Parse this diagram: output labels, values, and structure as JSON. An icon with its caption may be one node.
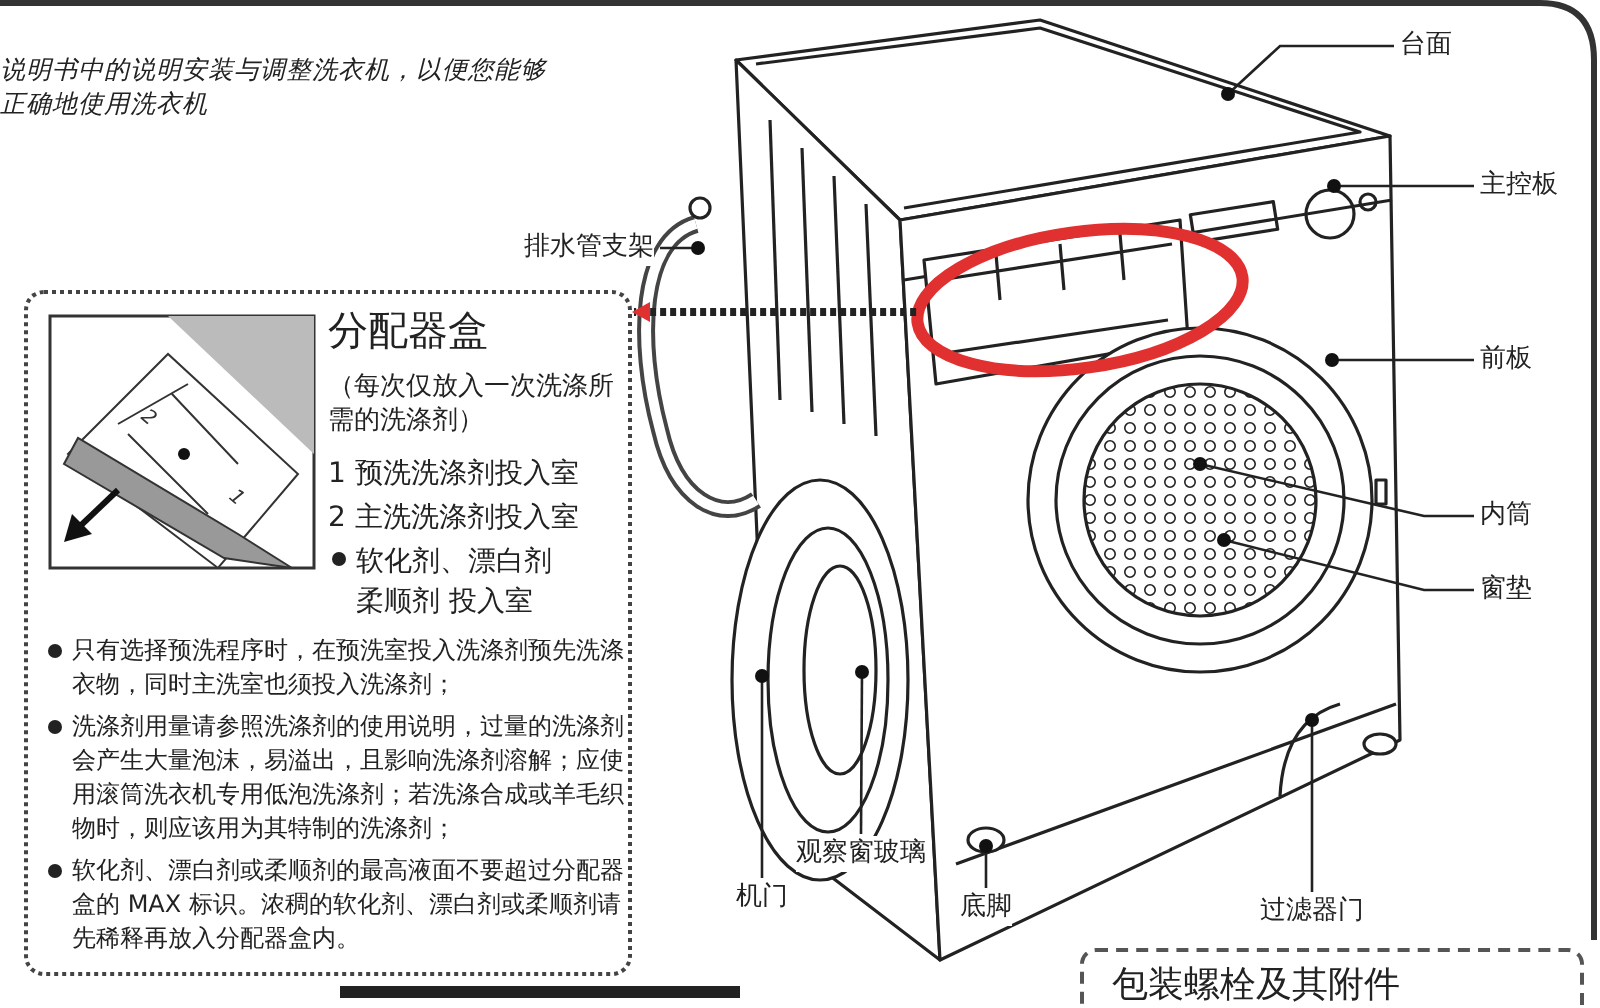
{
  "diagram": {
    "nodes": [
      {
        "text": [
          "台面"
        ]
      },
      {
        "text": [
          "排水管支架"
        ]
      },
      {
        "text": [
          "主控板"
        ]
      },
      {
        "text": [
          "分配器盒",
          "（每次仅放入一次洗涤所需的洗涤剂）",
          "1 预洗洗涤剂投入室",
          "2 主洗洗涤剂投入室",
          "软化剂、漂白剂柔顺剂 投入室",
          "只有选择预洗程序时，在预洗室投入洗涤剂预先洗涤衣物，同时主洗室也须投入洗涤剂；",
          "洗涤剂用量请参照洗涤剂的使用说明，过量的洗涤剂会产生大量泡沫，易溢出，且影响洗涤剂溶解；应使用滚筒洗衣机专用低泡洗涤剂；若洗涤合成或羊毛织物时，则应该用为其特制的洗涤剂；",
          "软化剂、漂白剂或柔顺剂的最高液面不要超过分配器盒的 MAX 标识。浓稠的软化剂、漂白剂或柔顺剂请先稀释再放入分配器盒内。"
        ]
      },
      {
        "text": [],
        "shape": "circle"
      },
      {
        "text": [
          "前板"
        ]
      },
      {
        "text": [
          "内筒"
        ]
      },
      {
        "text": [
          "窗垫"
        ]
      },
      {
        "text": [
          "机门"
        ]
      },
      {
        "text": [
          "观察窗玻璃"
        ]
      },
      {
        "text": [
          "过滤器门"
        ]
      },
      {
        "text": [
          "底脚"
        ]
      },
      {
        "text": [
          "包装螺栓及其附件"
        ]
      }
    ],
    "edges": [
      {
        "from": 0,
        "to": null,
        "arrow": "other"
      },
      {
        "from": 1,
        "to": null,
        "arrow": "other"
      },
      {
        "from": 2,
        "to": null,
        "arrow": "other"
      },
      {
        "from": 4,
        "to": 3,
        "arrow": "to",
        "style": "dashed"
      },
      {
        "from": 5,
        "to": null,
        "arrow": "other"
      },
      {
        "from": 6,
        "to": null,
        "arrow": "other"
      },
      {
        "from": 7,
        "to": null,
        "arrow": "other"
      },
      {
        "from": 8,
        "to": null,
        "arrow": "other"
      },
      {
        "from": 9,
        "to": null,
        "arrow": "other"
      },
      {
        "from": 10,
        "to": null,
        "arrow": "other"
      },
      {
        "from": 11,
        "to": null,
        "arrow": "other"
      }
    ],
    "labels": [
      "说明书中的说明安装与调整洗衣机，以便您能够正确地使用洗衣机",
      "2",
      "1"
    ]
  }
}
